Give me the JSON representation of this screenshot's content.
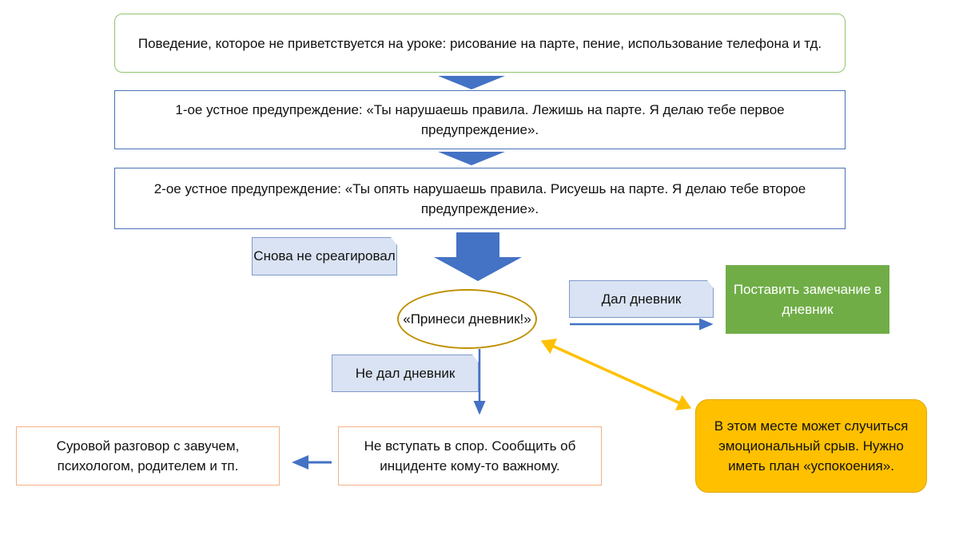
{
  "boxes": {
    "behavior": "Поведение, которое не приветствуется на уроке: рисование на парте, пение, использование телефона и тд.",
    "warning1": "1-ое устное предупреждение: «Ты нарушаешь правила. Лежишь на парте. Я делаю тебе первое предупреждение».",
    "warning2": "2-ое устное предупреждение: «Ты опять нарушаешь правила. Рисуешь на парте. Я делаю тебе второе предупреждение».",
    "bring_diary": "«Принеси дневник!»",
    "put_remark": "Поставить замечание в дневник",
    "dont_argue": "Не вступать в спор. Сообщить об инциденте кому-то важному.",
    "serious_talk": "Суровой разговор с завучем, психологом, родителем и тп.",
    "emotional_note": "В этом месте может случиться эмоциональный срыв. Нужно иметь план «успокоения»."
  },
  "labels": {
    "no_reaction": "Снова не среагировал",
    "gave_diary": "Дал дневник",
    "no_diary": "Не дал дневник"
  },
  "colors": {
    "blue": "#4472c4",
    "green": "#70ad47",
    "gold": "#bf9000",
    "yellow": "#ffc000",
    "orange": "#f4b183"
  }
}
